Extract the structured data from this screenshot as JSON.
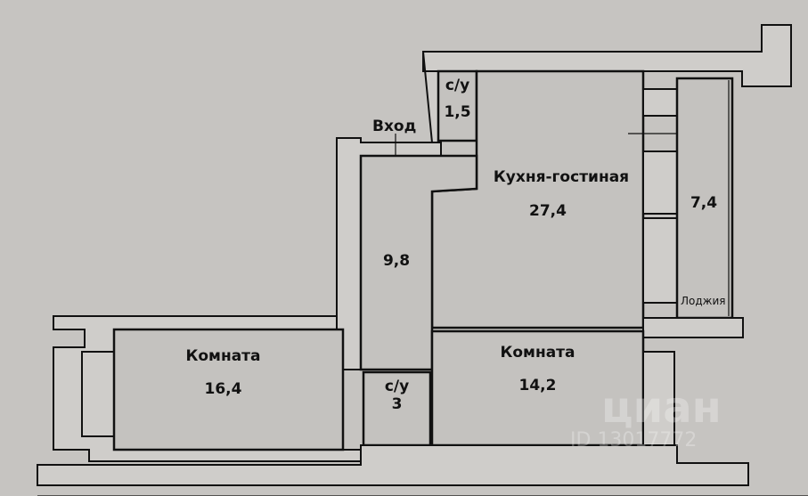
{
  "title": "Floor plan",
  "rooms": {
    "bathroom_small": {
      "label": "с/у",
      "area": "1,5"
    },
    "entrance": {
      "label": "Вход"
    },
    "kitchen_living": {
      "label": "Кухня-гостиная",
      "area": "27,4"
    },
    "hallway": {
      "area": "9,8"
    },
    "loggia": {
      "label": "Лоджия",
      "area": "7,4"
    },
    "room_left": {
      "label": "Комната",
      "area": "16,4"
    },
    "room_right": {
      "label": "Комната",
      "area": "14,2"
    },
    "bathroom_large": {
      "label": "с/у",
      "area": "3"
    }
  },
  "watermark": {
    "logo": "циан",
    "id": "ID 13017772"
  }
}
